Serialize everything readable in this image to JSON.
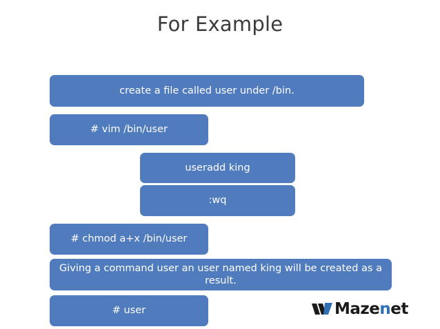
{
  "slide": {
    "title": "For Example",
    "bars": [
      {
        "text": "create a file called user under /bin."
      },
      {
        "text": "# vim /bin/user"
      },
      {
        "text": "useradd king"
      },
      {
        "text": ":wq"
      },
      {
        "text": "# chmod a+x /bin/user"
      },
      {
        "text": "Giving a command user an user named king will be created as a result."
      },
      {
        "text": "# user"
      }
    ],
    "colors": {
      "bar_fill": "#507cbe",
      "bar_text": "#ffffff",
      "title_text": "#3b3b3b",
      "background": "#ffffff",
      "logo_accent": "#2e6fb7",
      "logo_dark": "#1a1a1a"
    },
    "logo": {
      "text_part_1": "Maze",
      "text_accent": "n",
      "text_part_2": "et"
    }
  }
}
